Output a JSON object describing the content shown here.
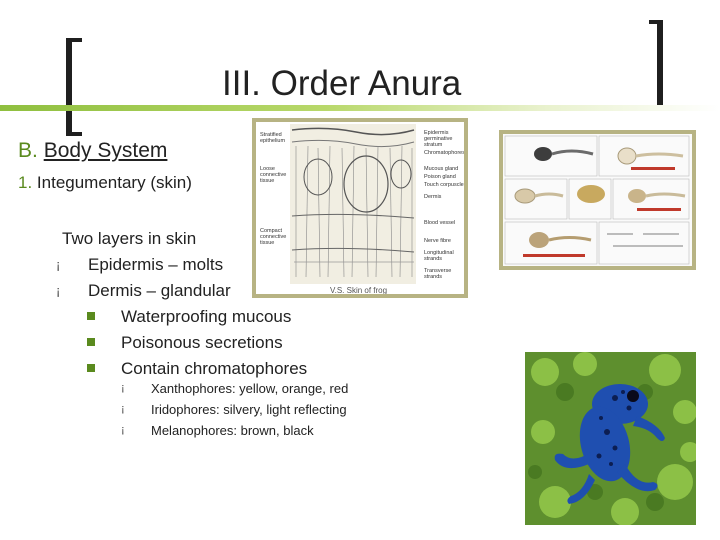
{
  "slide": {
    "title": "III. Order Anura",
    "section_letter": "B.",
    "section_text": "Body System",
    "subsection_number": "1.",
    "subsection_text": "Integumentary (skin)",
    "intro": "Two layers in skin",
    "level1_marker": "¡",
    "level3_marker": "¡",
    "items": [
      "Epidermis – molts",
      "Dermis – glandular"
    ],
    "dermis_items": [
      "Waterproofing mucous",
      "Poisonous secretions",
      "Contain chromatophores"
    ],
    "chromatophores": [
      "Xanthophores:  yellow, orange, red",
      "Iridophores:  silvery, light reflecting",
      "Melanophores:  brown, black"
    ]
  },
  "skin_figure": {
    "left_labels": [
      "Stratified epithelium",
      "Loose connective tissue",
      "Compact connective tissue"
    ],
    "right_labels": [
      "Epidermis germinative stratum",
      "Chromatophores",
      "Mucous gland",
      "Poison gland",
      "Touch corpuscle",
      "Dermis",
      "Blood vessel",
      "Nerve fibre",
      "Longitudinal strands",
      "Transverse strands"
    ],
    "caption": "V.S. Skin of frog"
  },
  "colors": {
    "accent_green": "#5a8a1e",
    "frame": "#b7b383",
    "frog_blue": "#1f4fb0"
  }
}
